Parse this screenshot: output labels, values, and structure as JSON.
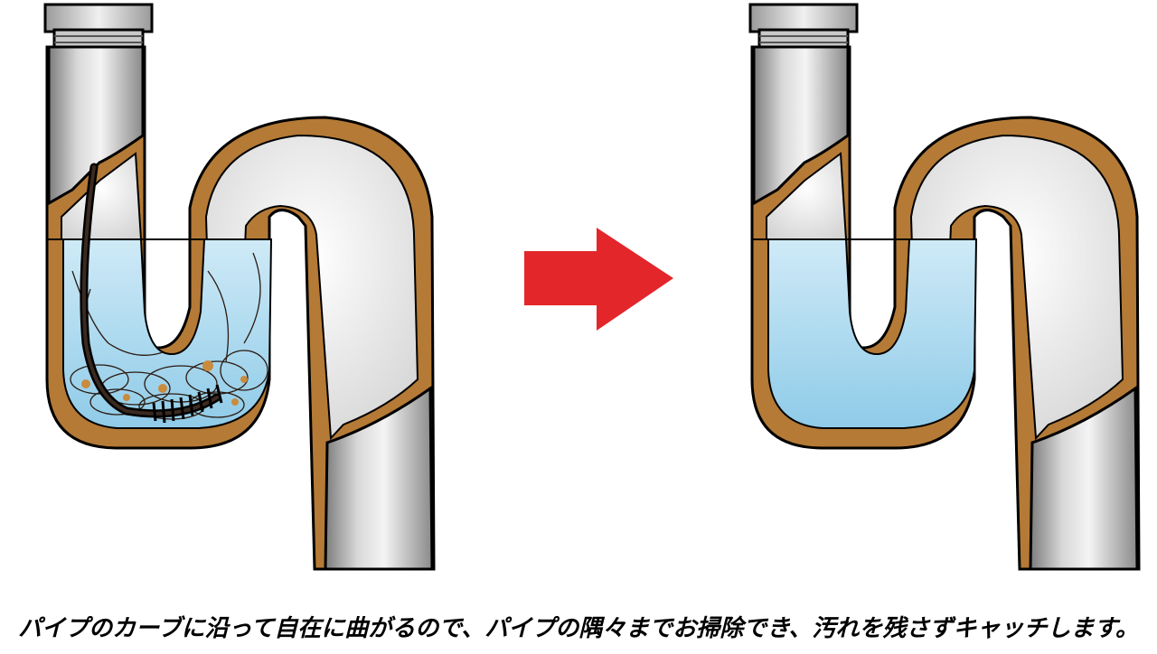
{
  "caption": "パイプのカーブに沿って自在に曲がるので、パイプの隅々までお掃除でき、汚れを残さずキャッチします。",
  "colors": {
    "pipe_metal": "#9a9a9a",
    "pipe_highlight": "#e6e6e6",
    "grime": "#b47a36",
    "water": "#a9d8ee",
    "arrow": "#e3262a",
    "outline": "#000000"
  },
  "panels": [
    {
      "name": "before",
      "state": "clogged-with-hair-and-debris"
    },
    {
      "name": "after",
      "state": "clean"
    }
  ],
  "icons": [
    "red-arrow-right-icon",
    "brush-cleaner-icon"
  ]
}
